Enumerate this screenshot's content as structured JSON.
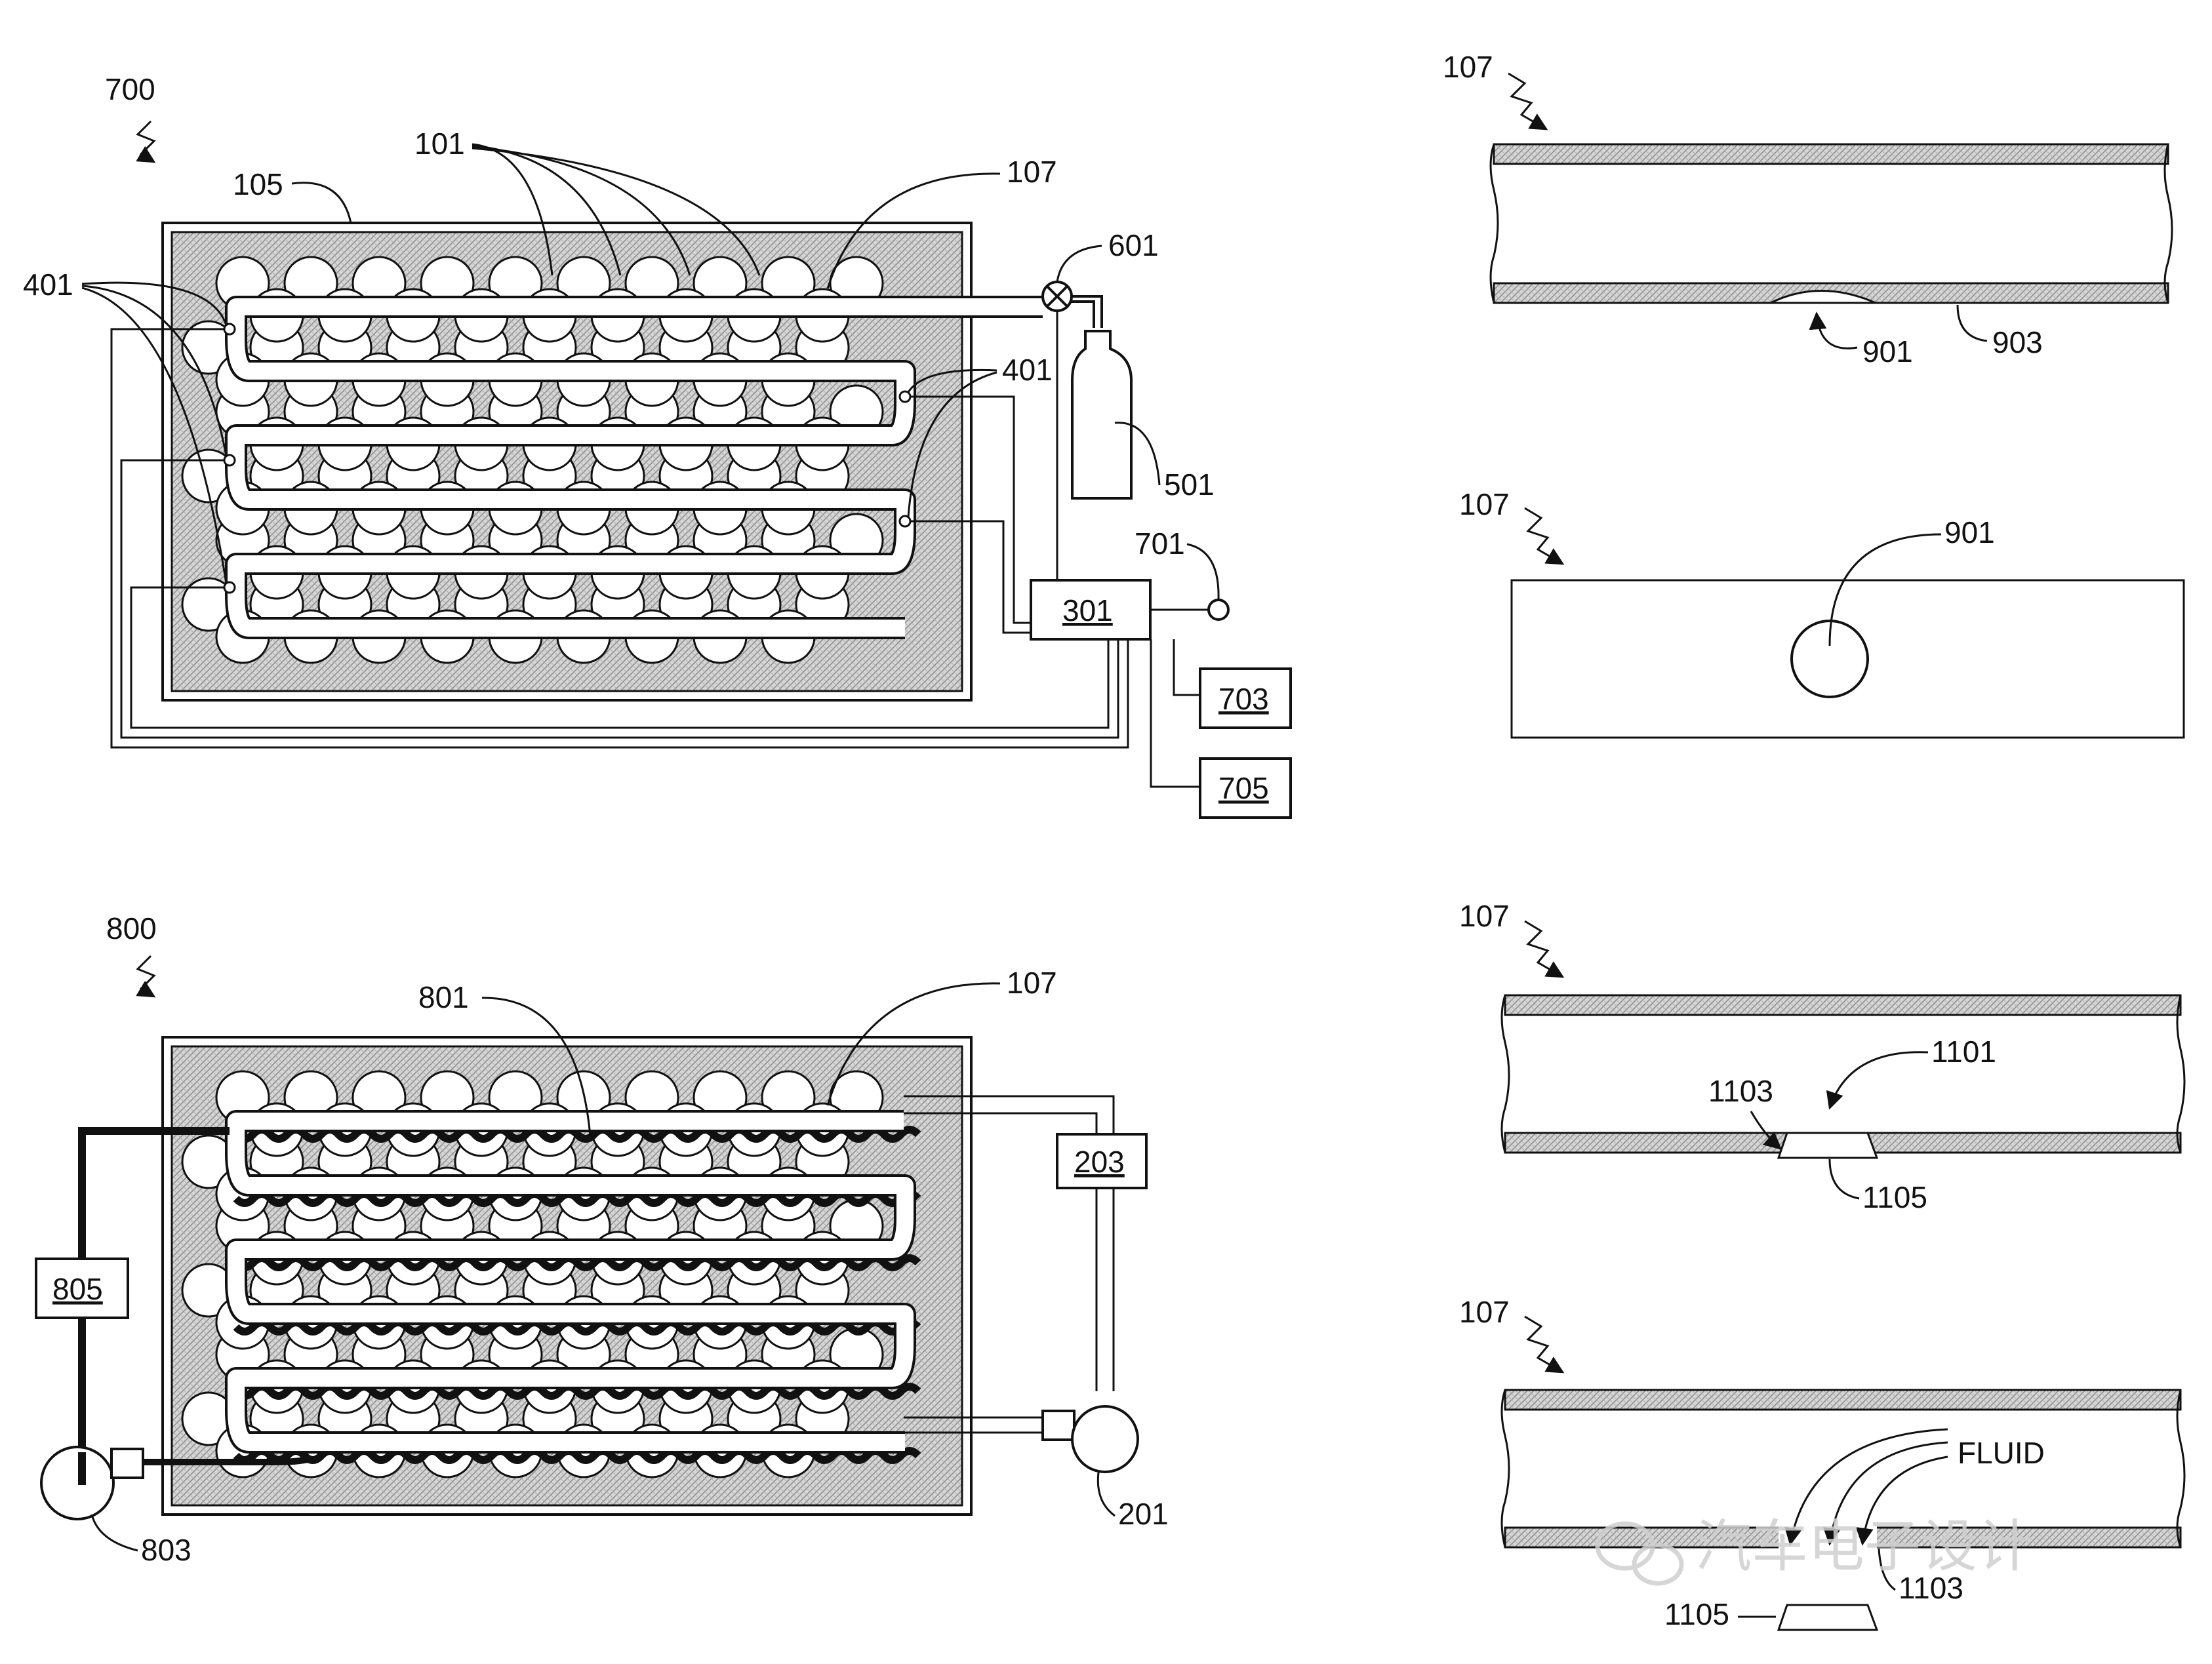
{
  "figures": {
    "fig700": {
      "ref": "700",
      "labels": {
        "cells": "101",
        "pack": "105",
        "tube": "107",
        "valve": "601",
        "sensors_left": "401",
        "sensors_right": "401",
        "bottle": "501",
        "indicator": "701",
        "controller": "301",
        "box_a": "703",
        "box_b": "705"
      }
    },
    "fig800": {
      "ref": "800",
      "labels": {
        "heater": "801",
        "tube": "107",
        "box_pump2": "203",
        "pump2": "201",
        "box_pump": "805",
        "pump": "803"
      }
    },
    "fig9a": {
      "labels": {
        "tube": "107",
        "dent": "901",
        "wall": "903"
      }
    },
    "fig9b": {
      "labels": {
        "tube": "107",
        "dent": "901"
      }
    },
    "fig11a": {
      "labels": {
        "tube": "107",
        "feature": "1101",
        "seam": "1103",
        "plug": "1105"
      }
    },
    "fig11b": {
      "labels": {
        "tube": "107",
        "fluid": "FLUID",
        "seam": "1103",
        "plug": "1105"
      }
    }
  },
  "watermark": "汽车电子设计",
  "colors": {
    "line": "#111111",
    "hatch": "#bdbdbd",
    "background": "#ffffff"
  }
}
